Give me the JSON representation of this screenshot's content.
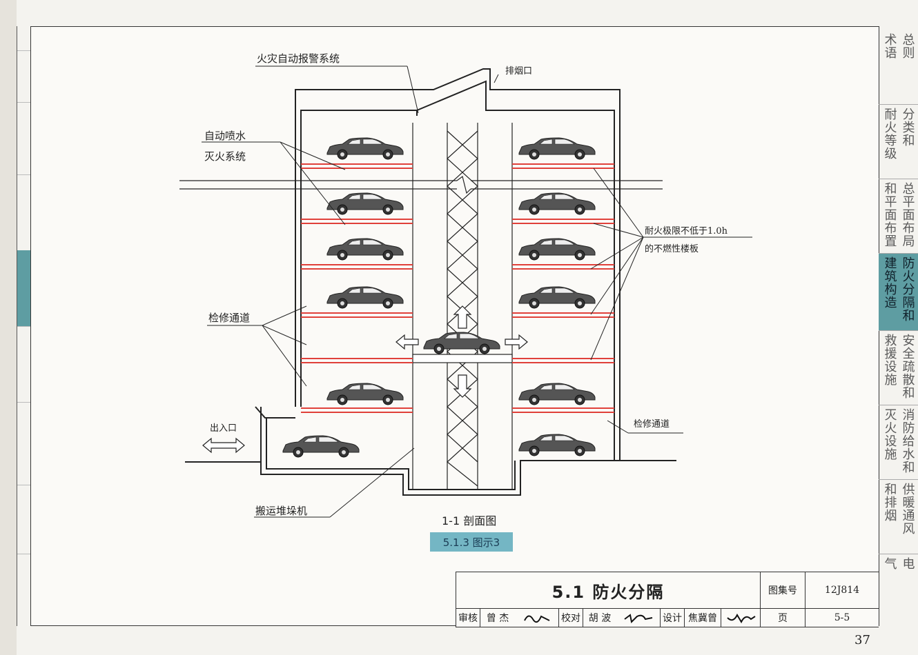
{
  "labels": {
    "fire_alarm": "火灾自动报警系统",
    "smoke_vent": "排烟口",
    "sprinkler_line1": "自动喷水",
    "sprinkler_line2": "灭火系统",
    "fire_limit_line1": "耐火极限不低于1.0h",
    "fire_limit_line2": "的不燃性楼板",
    "maintenance_left": "检修通道",
    "maintenance_right": "检修通道",
    "entrance": "出入口",
    "stacker": "搬运堆垛机"
  },
  "caption": "1-1 剖面图",
  "figure_badge": "5.1.3 图示3",
  "tabs": [
    {
      "col1": "总则",
      "col2": "术语"
    },
    {
      "col1": "分类和",
      "col2": "耐火等级"
    },
    {
      "col1": "总平面布局",
      "col2": "和平面布置"
    },
    {
      "col1": "防火分隔和",
      "col2": "建筑构造"
    },
    {
      "col1": "安全疏散和",
      "col2": "救援设施"
    },
    {
      "col1": "消防给水和",
      "col2": "灭火设施"
    },
    {
      "col1": "供暖通风",
      "col2": "和排烟"
    },
    {
      "col1": "电",
      "col2": "气"
    }
  ],
  "active_tab_index": 3,
  "title_block": {
    "title": "5.1 防火分隔",
    "atlas_no_label": "图集号",
    "atlas_no": "12J814",
    "review_label": "审核",
    "reviewer": "曾 杰",
    "check_label": "校对",
    "checker": "胡 波",
    "design_label": "设计",
    "designer": "焦冀曾",
    "page_label": "页",
    "page_value": "5-5"
  },
  "page_number": "37",
  "colors": {
    "slab_red": "#e0403a",
    "active_tab": "#5e9da2",
    "badge": "#74b6c4"
  }
}
